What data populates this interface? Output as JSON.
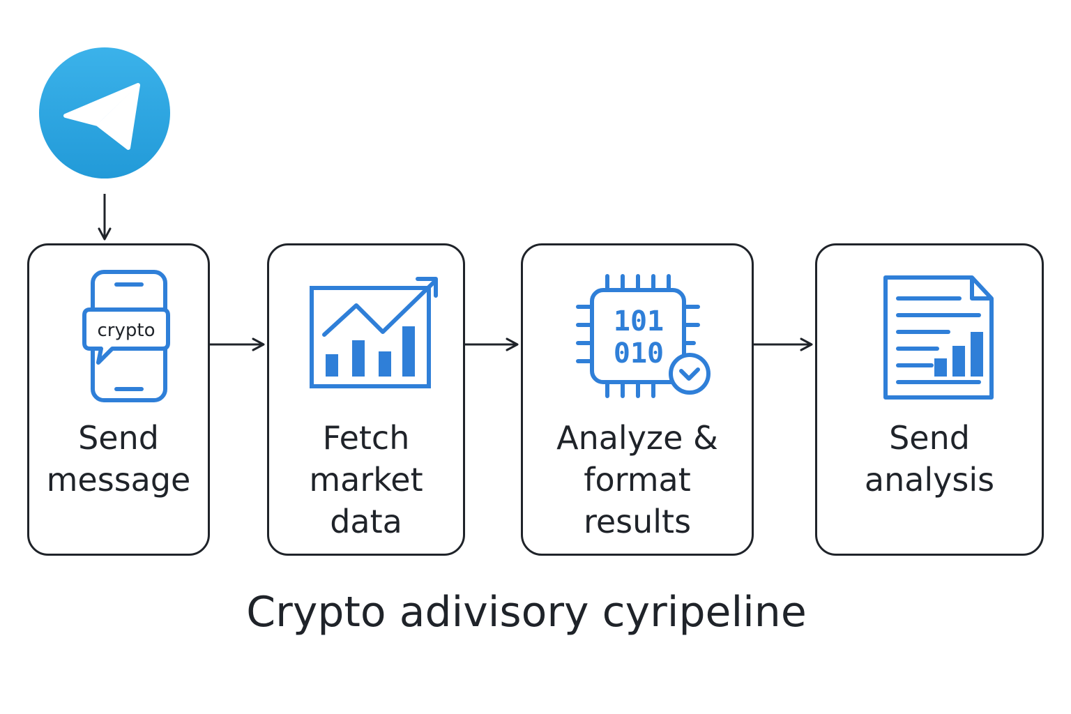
{
  "diagram": {
    "title": "Crypto adivisory cyripeline",
    "accent_color": "#2f7fd8",
    "line_color": "#1f2329",
    "source": {
      "icon": "telegram-paper-plane-icon",
      "color": "#2aa3e0"
    },
    "steps": [
      {
        "icon": "phone-chat-bubble-icon",
        "bubble_text": "crypto",
        "label_lines": [
          "Send",
          "message"
        ]
      },
      {
        "icon": "chart-trend-up-icon",
        "label_lines": [
          "Fetch",
          "market",
          "data"
        ]
      },
      {
        "icon": "processor-chip-check-icon",
        "chip_lines": [
          "101",
          "010"
        ],
        "label_lines": [
          "Analyze &",
          "format",
          "results"
        ]
      },
      {
        "icon": "report-document-chart-icon",
        "label_lines": [
          "Send",
          "analysis"
        ]
      }
    ]
  }
}
